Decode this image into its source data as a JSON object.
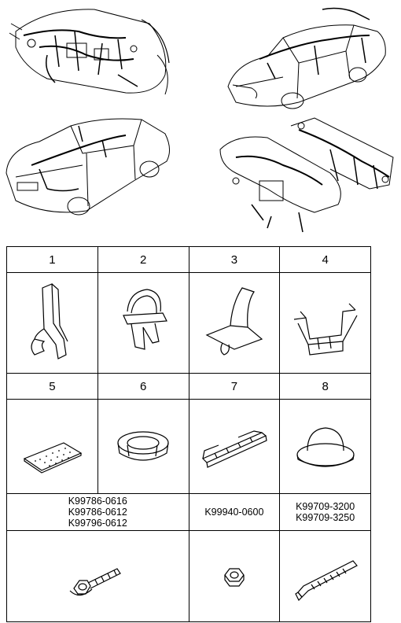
{
  "items": [
    {
      "number": "1",
      "icon": "harness-clip-icon"
    },
    {
      "number": "2",
      "icon": "band-clip-icon"
    },
    {
      "number": "3",
      "icon": "bracket-clip-icon"
    },
    {
      "number": "4",
      "icon": "holder-clip-icon"
    },
    {
      "number": "5",
      "icon": "tape-pad-icon"
    },
    {
      "number": "6",
      "icon": "grommet-icon"
    },
    {
      "number": "7",
      "icon": "protector-channel-icon"
    },
    {
      "number": "8",
      "icon": "plug-cap-icon"
    }
  ],
  "codes": {
    "group1": [
      "K99786-0616",
      "K99786-0612",
      "K99796-0612"
    ],
    "group2": [
      "K99940-0600"
    ],
    "group3": [
      "K99709-3200",
      "K99709-3250"
    ]
  },
  "fasteners": [
    "bolt-icon",
    "nut-icon",
    "cable-tie-icon"
  ]
}
